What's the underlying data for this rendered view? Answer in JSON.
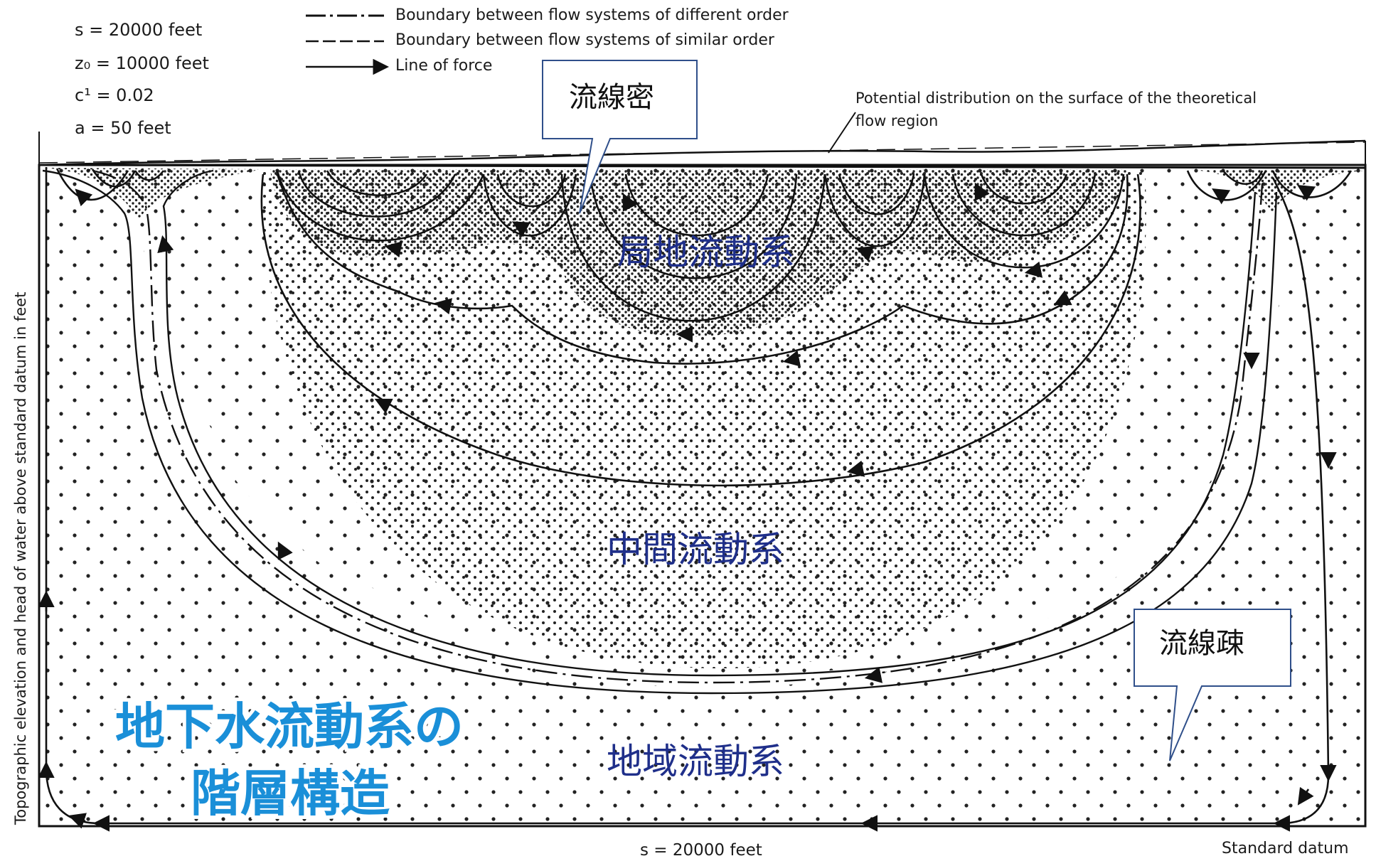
{
  "legend": {
    "params": [
      {
        "text": "s  = 20000 feet"
      },
      {
        "text": "z₀ = 10000 feet"
      },
      {
        "text": "c¹ = 0.02"
      },
      {
        "text": "a  = 50 feet"
      }
    ],
    "lines": [
      {
        "label": "Boundary  between  flow  systems  of  different order"
      },
      {
        "label": "Boundary  between  flow  systems  of  similar  order"
      },
      {
        "label": "Line  of  force"
      }
    ]
  },
  "annotations": {
    "potential": [
      "Potential  distribution  on  the  surface  of  the  theoretical",
      "flow  region"
    ],
    "y_axis": "Topographic  elevation  and  head  of  water  above  standard  datum  in  feet",
    "x_axis": "s = 20000 feet",
    "datum": "Standard  datum"
  },
  "callouts": {
    "dense": "流線密",
    "sparse": "流線疎"
  },
  "systems": {
    "local": "局地流動系",
    "intermediate": "中間流動系",
    "regional": "地域流動系"
  },
  "title": [
    "地下水流動系の",
    "階層構造"
  ],
  "colors": {
    "label_blue": "#1f2f8a",
    "title_blue": "#1a8fd8"
  }
}
